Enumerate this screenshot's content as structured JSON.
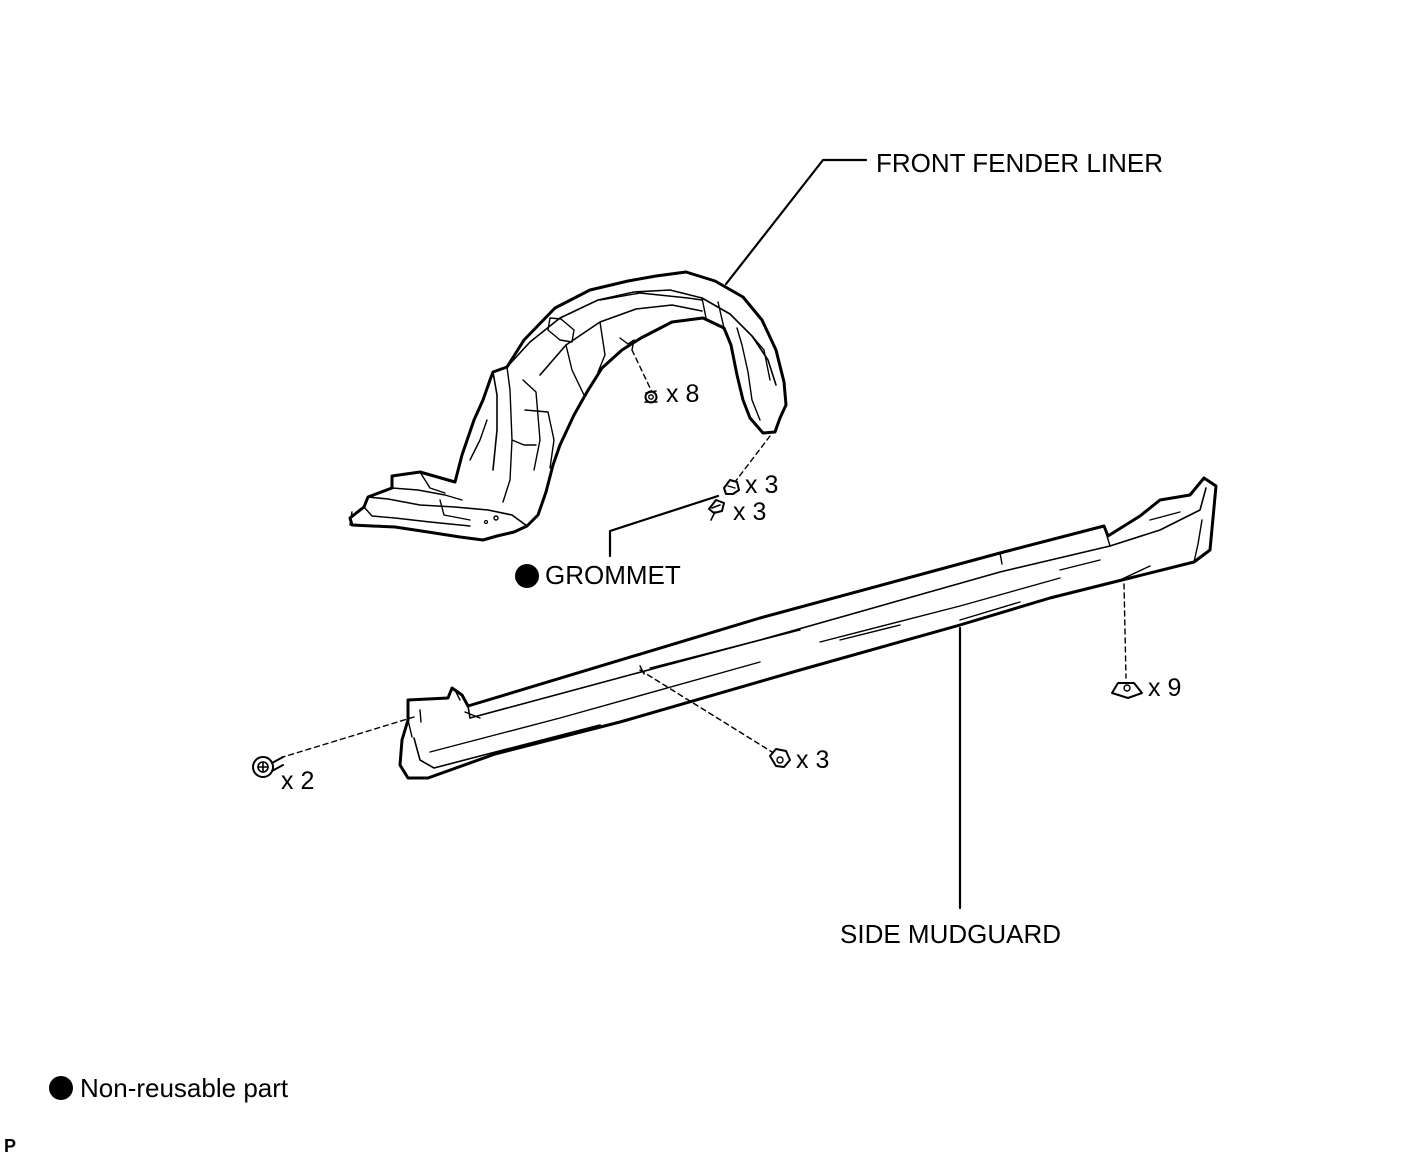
{
  "labels": {
    "front_fender_liner": "FRONT FENDER LINER",
    "grommet": "GROMMET",
    "side_mudguard": "SIDE MUDGUARD"
  },
  "quantities": {
    "liner_clip": "x 8",
    "liner_grommet_clip": "x 3",
    "liner_screw": "x 3",
    "mudguard_end_screw": "x 2",
    "mudguard_center_clip": "x 3",
    "mudguard_lower_clip": "x 9"
  },
  "legend": {
    "non_reusable": "Non-reusable part"
  },
  "corner_mark": "P"
}
